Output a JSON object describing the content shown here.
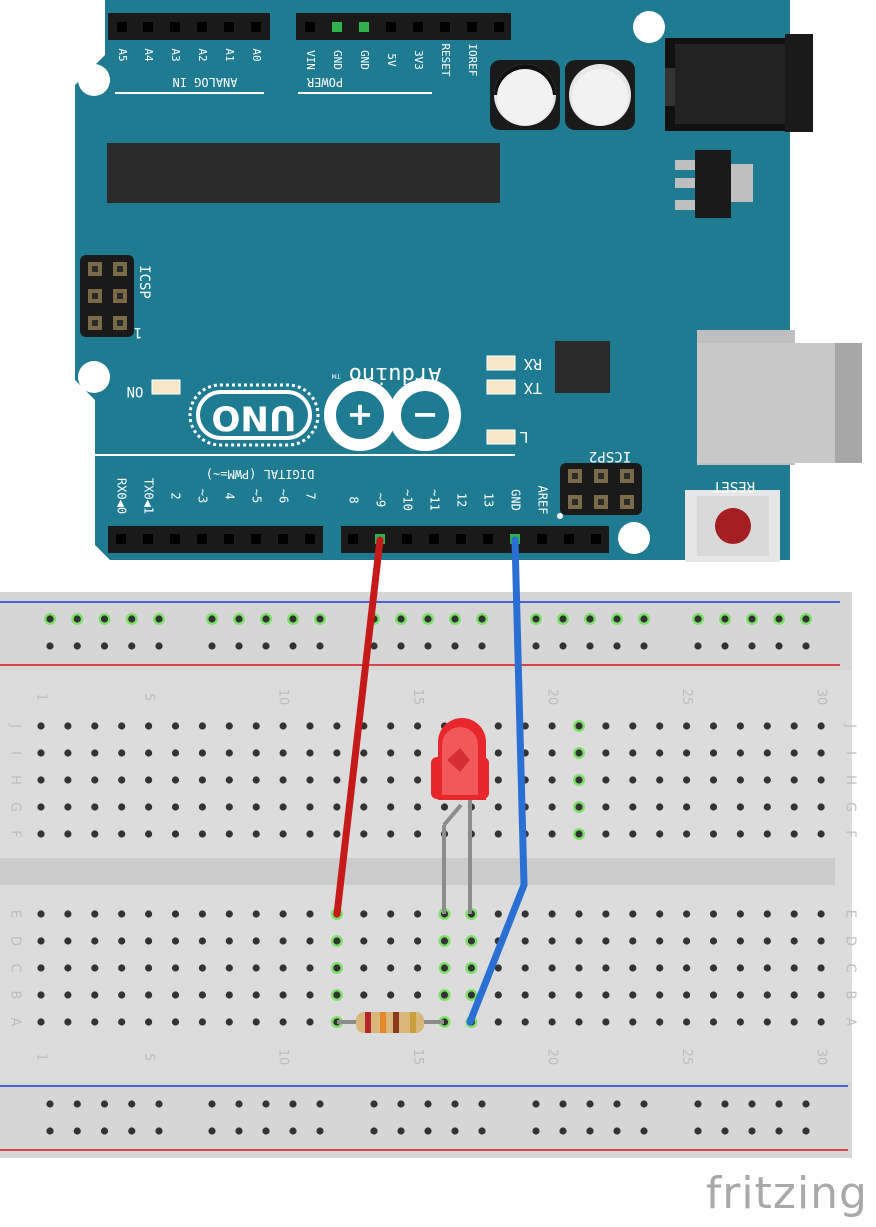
{
  "board": {
    "brand": "Arduino",
    "tm": "TM",
    "model": "UNO",
    "analog_header_label": "ANALOG IN",
    "power_header_label": "POWER",
    "analog_pins": [
      "A5",
      "A4",
      "A3",
      "A2",
      "A1",
      "A0"
    ],
    "power_pins": [
      "VIN",
      "GND",
      "GND",
      "5V",
      "3V3",
      "RESET",
      "IOREF"
    ],
    "digital_header_label": "DIGITAL (PWM=~)",
    "digital_pins_left": [
      "TX0◀1",
      "RX0◀0"
    ],
    "digital_pins_low": [
      "7",
      "~6",
      "~5",
      "4",
      "~3",
      "2"
    ],
    "digital_pins_high": [
      "8",
      "~9",
      "~10",
      "~11",
      "12",
      "13",
      "GND",
      "AREF"
    ],
    "icsp_label": "ICSP",
    "icsp2_label": "ICSP2",
    "icsp_pin1": "1",
    "on_label": "ON",
    "rx_label": "RX",
    "tx_label": "TX",
    "l_label": "L",
    "reset_label": "RESET",
    "colors": {
      "board": "#1f7b92",
      "silk": "#ffffff",
      "header": "#1a1a1a",
      "chip": "#2b2b2b",
      "active_pin": "#2fb24a"
    }
  },
  "breadboard": {
    "row_letters_top": [
      "J",
      "I",
      "H",
      "G",
      "F"
    ],
    "row_letters_bottom": [
      "E",
      "D",
      "C",
      "B",
      "A"
    ],
    "column_labels": [
      "1",
      "5",
      "10",
      "15",
      "20",
      "25",
      "30"
    ],
    "colors": {
      "body": "#dcdcdc",
      "rail_red": "#d6151b",
      "rail_blue": "#1b3bd6",
      "hole": "#333333",
      "active": "#7ee06b"
    }
  },
  "components": {
    "wire_red_color": "#c61a1a",
    "wire_blue_color": "#2a6fd4",
    "led_color": "#e8272c",
    "resistor_bands": [
      "#b3262e",
      "#e8862a",
      "#8b3a1e",
      "#c9a03a"
    ]
  },
  "watermark": "fritzing"
}
